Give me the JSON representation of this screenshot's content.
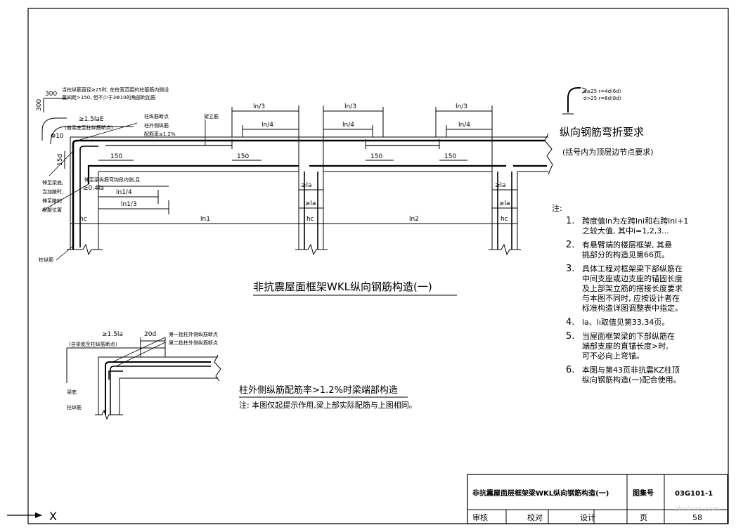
{
  "main_title": "非抗震屋面框架WKL纵向钢筋构造(一)",
  "secondary_title": "柱外侧纵筋配筋率>1.2%时梁端部构造",
  "secondary_note": "注: 本图仅起提示作用,梁上部实际配筋与上图相同。",
  "bend_title": "纵向钢筋弯折要求",
  "bend_subtitle": "(括号内为顶层边节点要求)",
  "bend_radius_1": "d≤25 r=4d(6d)",
  "bend_radius_2": "d>25 r=6d(8d)",
  "notes_heading": "注:",
  "notes": [
    {
      "num": "1.",
      "lines": [
        "跨度值ln为左跨lni和右跨lni+1",
        "之较大值, 其中i=1,2,3..."
      ]
    },
    {
      "num": "2.",
      "lines": [
        "有悬臂端的楼层框架, 其悬",
        "挑部分的构造见第66页。"
      ]
    },
    {
      "num": "3.",
      "lines": [
        "具体工程对框架梁下部纵筋在",
        "中间支座或边支座的锚固长度",
        "及上部架立筋的搭接长度要求",
        "与本图不同时, 应按设计者在",
        "标准构造详图调整表中指定。"
      ]
    },
    {
      "num": "4.",
      "lines": [
        "la、lı取值见第33,34页。"
      ]
    },
    {
      "num": "5.",
      "lines": [
        "当屋面框架梁的下部纵筋在",
        "端部支座的直锚长度>时,",
        "可不必向上弯锚。"
      ]
    },
    {
      "num": "6.",
      "lines": [
        "本图与第43页非抗震KZ柱顶",
        "纵向钢筋构造(一)配合使用。"
      ]
    }
  ],
  "labels": {
    "top_note_1": "当柱纵筋直径≥25时, 在柱宽范围的柱箍筋内侧设",
    "top_note_2": "置间距>150, 但不少于3Φ10的角部附加筋",
    "dim_300": "300",
    "dim_300v": "300",
    "dim_15lae": "≥1.5laE",
    "note_from_beam": "(自梁底至柱纵筋断点)",
    "phi10": "Φ10",
    "col_bar_cut": "柱纵筋断点",
    "col_ratio_1": "柱外侧纵筋",
    "col_ratio_2": "配筋率≤1.2%",
    "tie_bar": "架立筋",
    "dim_15d": "15d",
    "bot_bar_note": "伸至梁纵筋弯钩段内侧,且",
    "dim_04la": "≥0.4la",
    "beam_bot_1": "伸至梁底,",
    "beam_bot_2": "当加腋时,",
    "beam_bot_3": "伸至腋的",
    "beam_bot_4": "根部位置",
    "col_bar": "柱纵筋",
    "ln3_a": "ln/3",
    "ln4_a": "ln/4",
    "ln3_b": "ln/3",
    "ln4_b": "ln/4",
    "ln3_c": "ln/3",
    "ln4_c": "ln/4",
    "ln1_4": "ln1/4",
    "ln1_3": "ln1/3",
    "s150_1": "150",
    "s150_2": "150",
    "s150_3": "150",
    "s150_4": "150",
    "la_1": "≥la",
    "la_2": "≥la",
    "la_3": "≥la",
    "la_4": "≥la",
    "hc_1": "hc",
    "hc_2": "hc",
    "hc_3": "hc",
    "ln1": "ln1",
    "ln2": "ln2",
    "d2_15la": "≥1.5la",
    "d2_20d": "20d",
    "d2_from_beam": "(自梁底至柱纵筋断点)",
    "d2_cut1": "第一批柱外侧纵筋断点",
    "d2_cut2": "第二批柱外侧纵筋断点",
    "d2_beam_bot": "梁底",
    "d2_col_bar": "柱纵筋"
  },
  "title_block": {
    "drawing_title": "非抗震屋面层框架梁WKL纵向钢筋构造(一)",
    "atlas_label": "图集号",
    "atlas_no": "03G101-1",
    "review": "审核",
    "check": "校对",
    "design": "设计",
    "page_label": "页",
    "page_no": "58"
  },
  "axis_x_label": "X",
  "watermark_text": "zhulong.com"
}
